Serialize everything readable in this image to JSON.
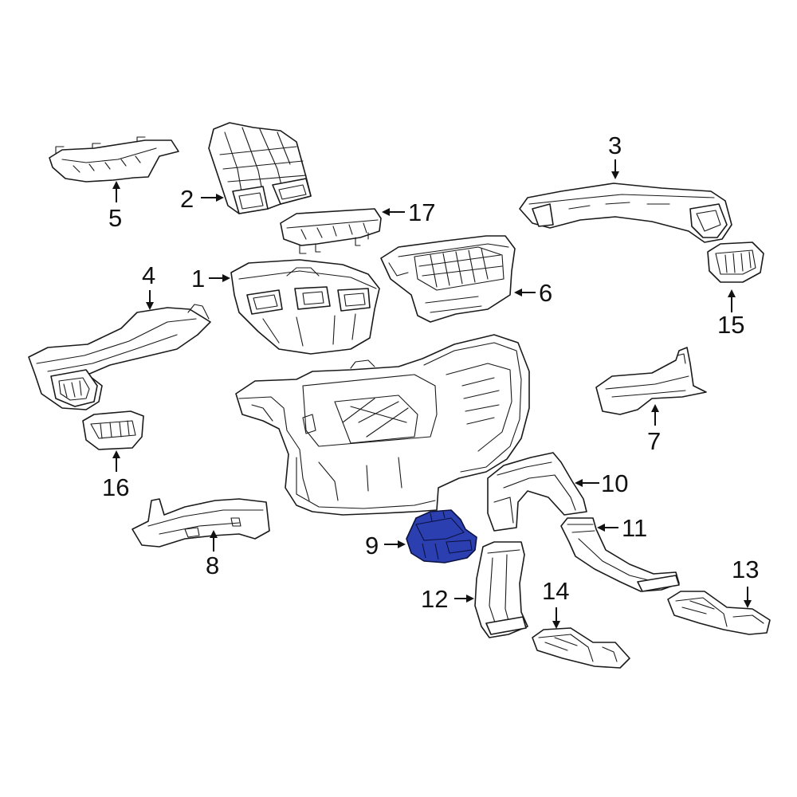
{
  "diagram": {
    "highlight_color": "#2b3fb0",
    "highlighted_part": "9",
    "callouts": {
      "c1": "1",
      "c2": "2",
      "c3": "3",
      "c4": "4",
      "c5": "5",
      "c6": "6",
      "c7": "7",
      "c8": "8",
      "c9": "9",
      "c10": "10",
      "c11": "11",
      "c12": "12",
      "c13": "13",
      "c14": "14",
      "c15": "15",
      "c16": "16",
      "c17": "17"
    }
  }
}
